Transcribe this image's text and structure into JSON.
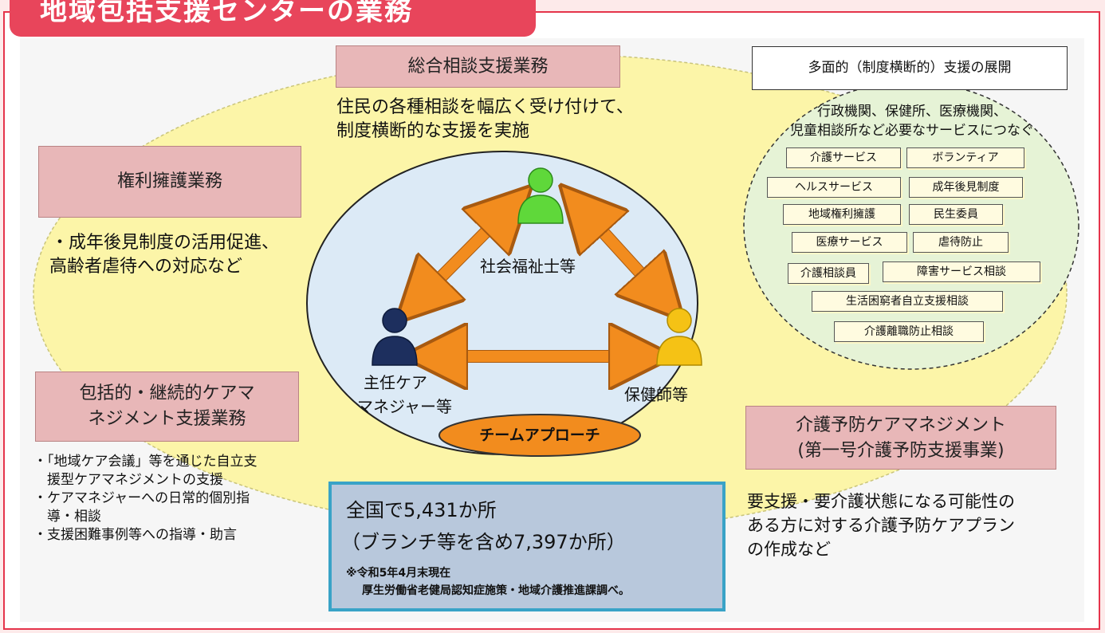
{
  "header": {
    "title": "地域包括支援センターの業務"
  },
  "colors": {
    "accent": "#e8455b",
    "pink_box": "#e8b7b8",
    "yellow_ellipse": "#fcf5a8",
    "blue_circle": "#dceaf6",
    "info_box": "#b8c8dc",
    "orange": "#f28c1e"
  },
  "sogo": {
    "label": "総合相談支援業務",
    "desc_line1": "住民の各種相談を幅広く受け付けて、",
    "desc_line2": "制度横断的な支援を実施"
  },
  "kenri": {
    "label": "権利擁護業務",
    "desc_line1": "・成年後見制度の活用促進、",
    "desc_line2": "高齢者虐待への対応など"
  },
  "hokatsu": {
    "label_line1": "包括的・継続的ケアマ",
    "label_line2": "ネジメント支援業務",
    "items": [
      "・「地域ケア会議」等を通じた自立支",
      "　援型ケアマネジメントの支援",
      "・ケアマネジャーへの日常的個別指",
      "　導・相談",
      "・支援困難事例等への指導・助言"
    ]
  },
  "kaigo_yobo": {
    "label_line1": "介護予防ケアマネジメント",
    "label_line2": "(第一号介護予防支援事業)",
    "desc_line1": "要支援・要介護状態になる可能性の",
    "desc_line2": "ある方に対する介護予防ケアプラン",
    "desc_line3": "の作成など"
  },
  "tamenteki": {
    "label": "多面的（制度横断的）支援の展開",
    "desc_line1": "行政機関、保健所、医療機関、",
    "desc_line2": "児童相談所など必要なサービスにつなぐ",
    "services": [
      "介護サービス",
      "ボランティア",
      "ヘルスサービス",
      "成年後見制度",
      "地域権利擁護",
      "民生委員",
      "医療サービス",
      "虐待防止",
      "介護相談員",
      "障害サービス相談",
      "生活困窮者自立支援相談",
      "介護離職防止相談"
    ]
  },
  "team": {
    "social_worker": "社会福祉士等",
    "care_manager_line1": "主任ケア",
    "care_manager_line2": "マネジャー等",
    "nurse": "保健師等",
    "approach": "チームアプローチ"
  },
  "info": {
    "line1": "全国で5,431か所",
    "line2": "（ブランチ等を含め7,397か所）",
    "note1": "※令和5年4月末現在",
    "note2": "厚生労働省老健局認知症施策・地域介護推進課調べ。"
  }
}
